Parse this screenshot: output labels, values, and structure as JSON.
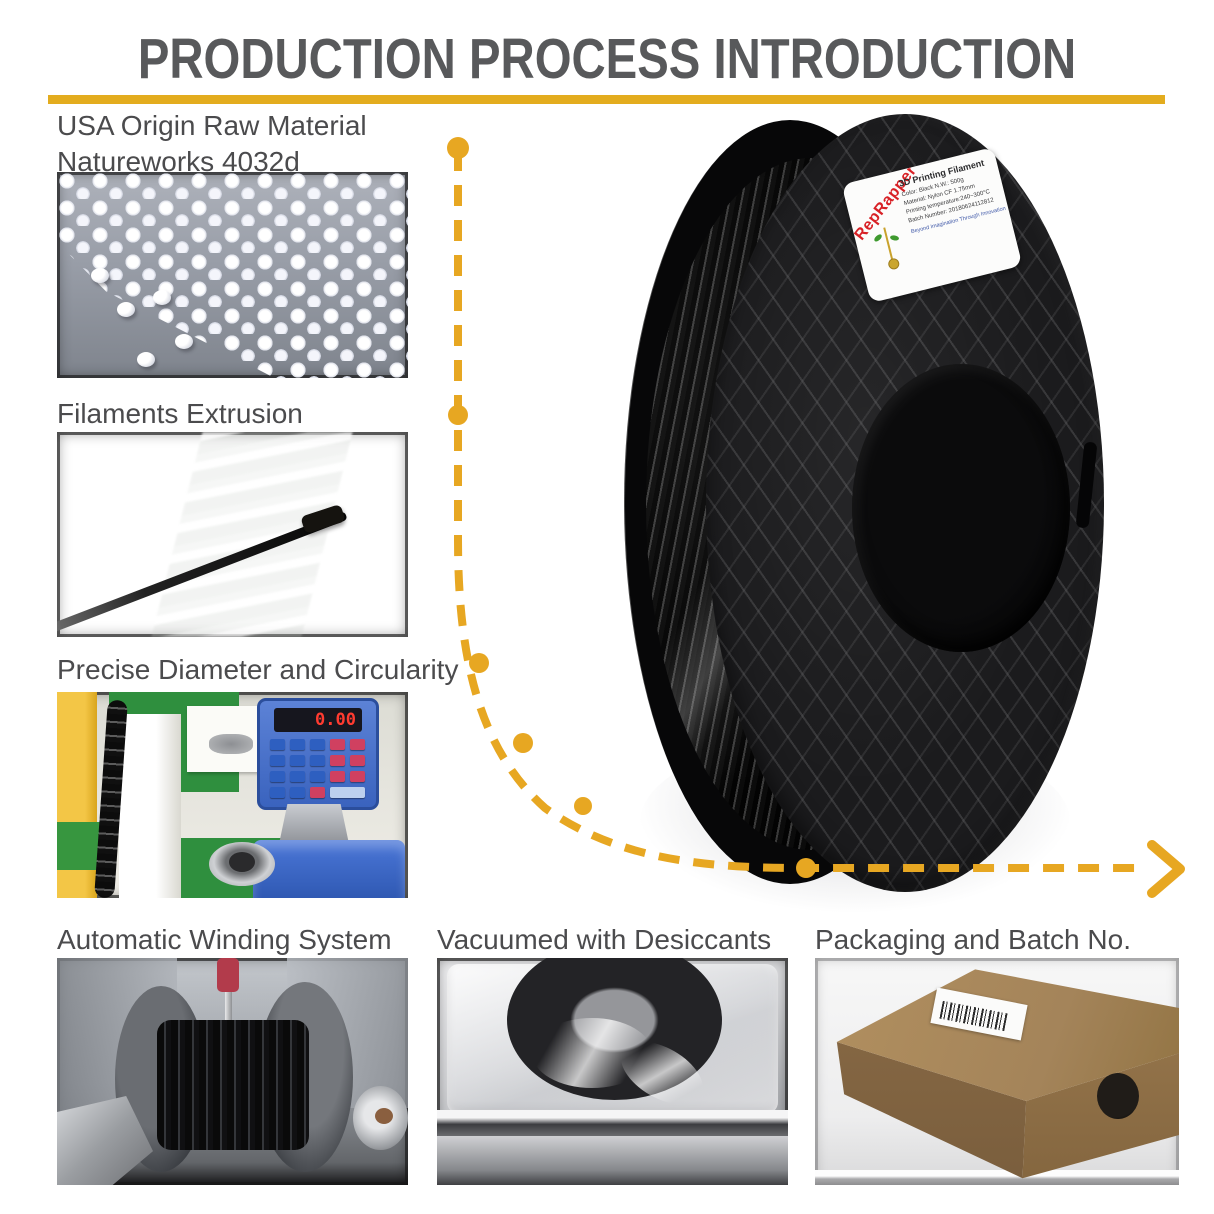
{
  "title": "PRODUCTION PROCESS INTRODUCTION",
  "accent_color": "#E3AC1E",
  "title_color": "#58595B",
  "steps": {
    "raw_material": {
      "line1": "USA Origin Raw Material",
      "line2": "Natureworks 4032d"
    },
    "extrusion": {
      "label": "Filaments Extrusion"
    },
    "diameter": {
      "label": "Precise Diameter and Circularity"
    },
    "winding": {
      "label": "Automatic Winding System"
    },
    "vacuum": {
      "label": "Vacuumed with Desiccants"
    },
    "packaging": {
      "label": "Packaging and Batch No."
    }
  },
  "gauge": {
    "display": "0.00"
  },
  "spool_label": {
    "brand": "RepRapper",
    "product": "3D Printing Filament",
    "color_weight": "Color: Black    N.W.: 500g",
    "material": "Material: Nylon CF  1.75mm",
    "temperature": "Printing temperature:240~300°C",
    "batch": "Batch Number: 20180624112812",
    "slogan": "Beyond Imagination Through Innovation"
  },
  "icons": {
    "flow_arrow": "chevron-right-arrow",
    "flow_dots": "waypoint-dots"
  }
}
